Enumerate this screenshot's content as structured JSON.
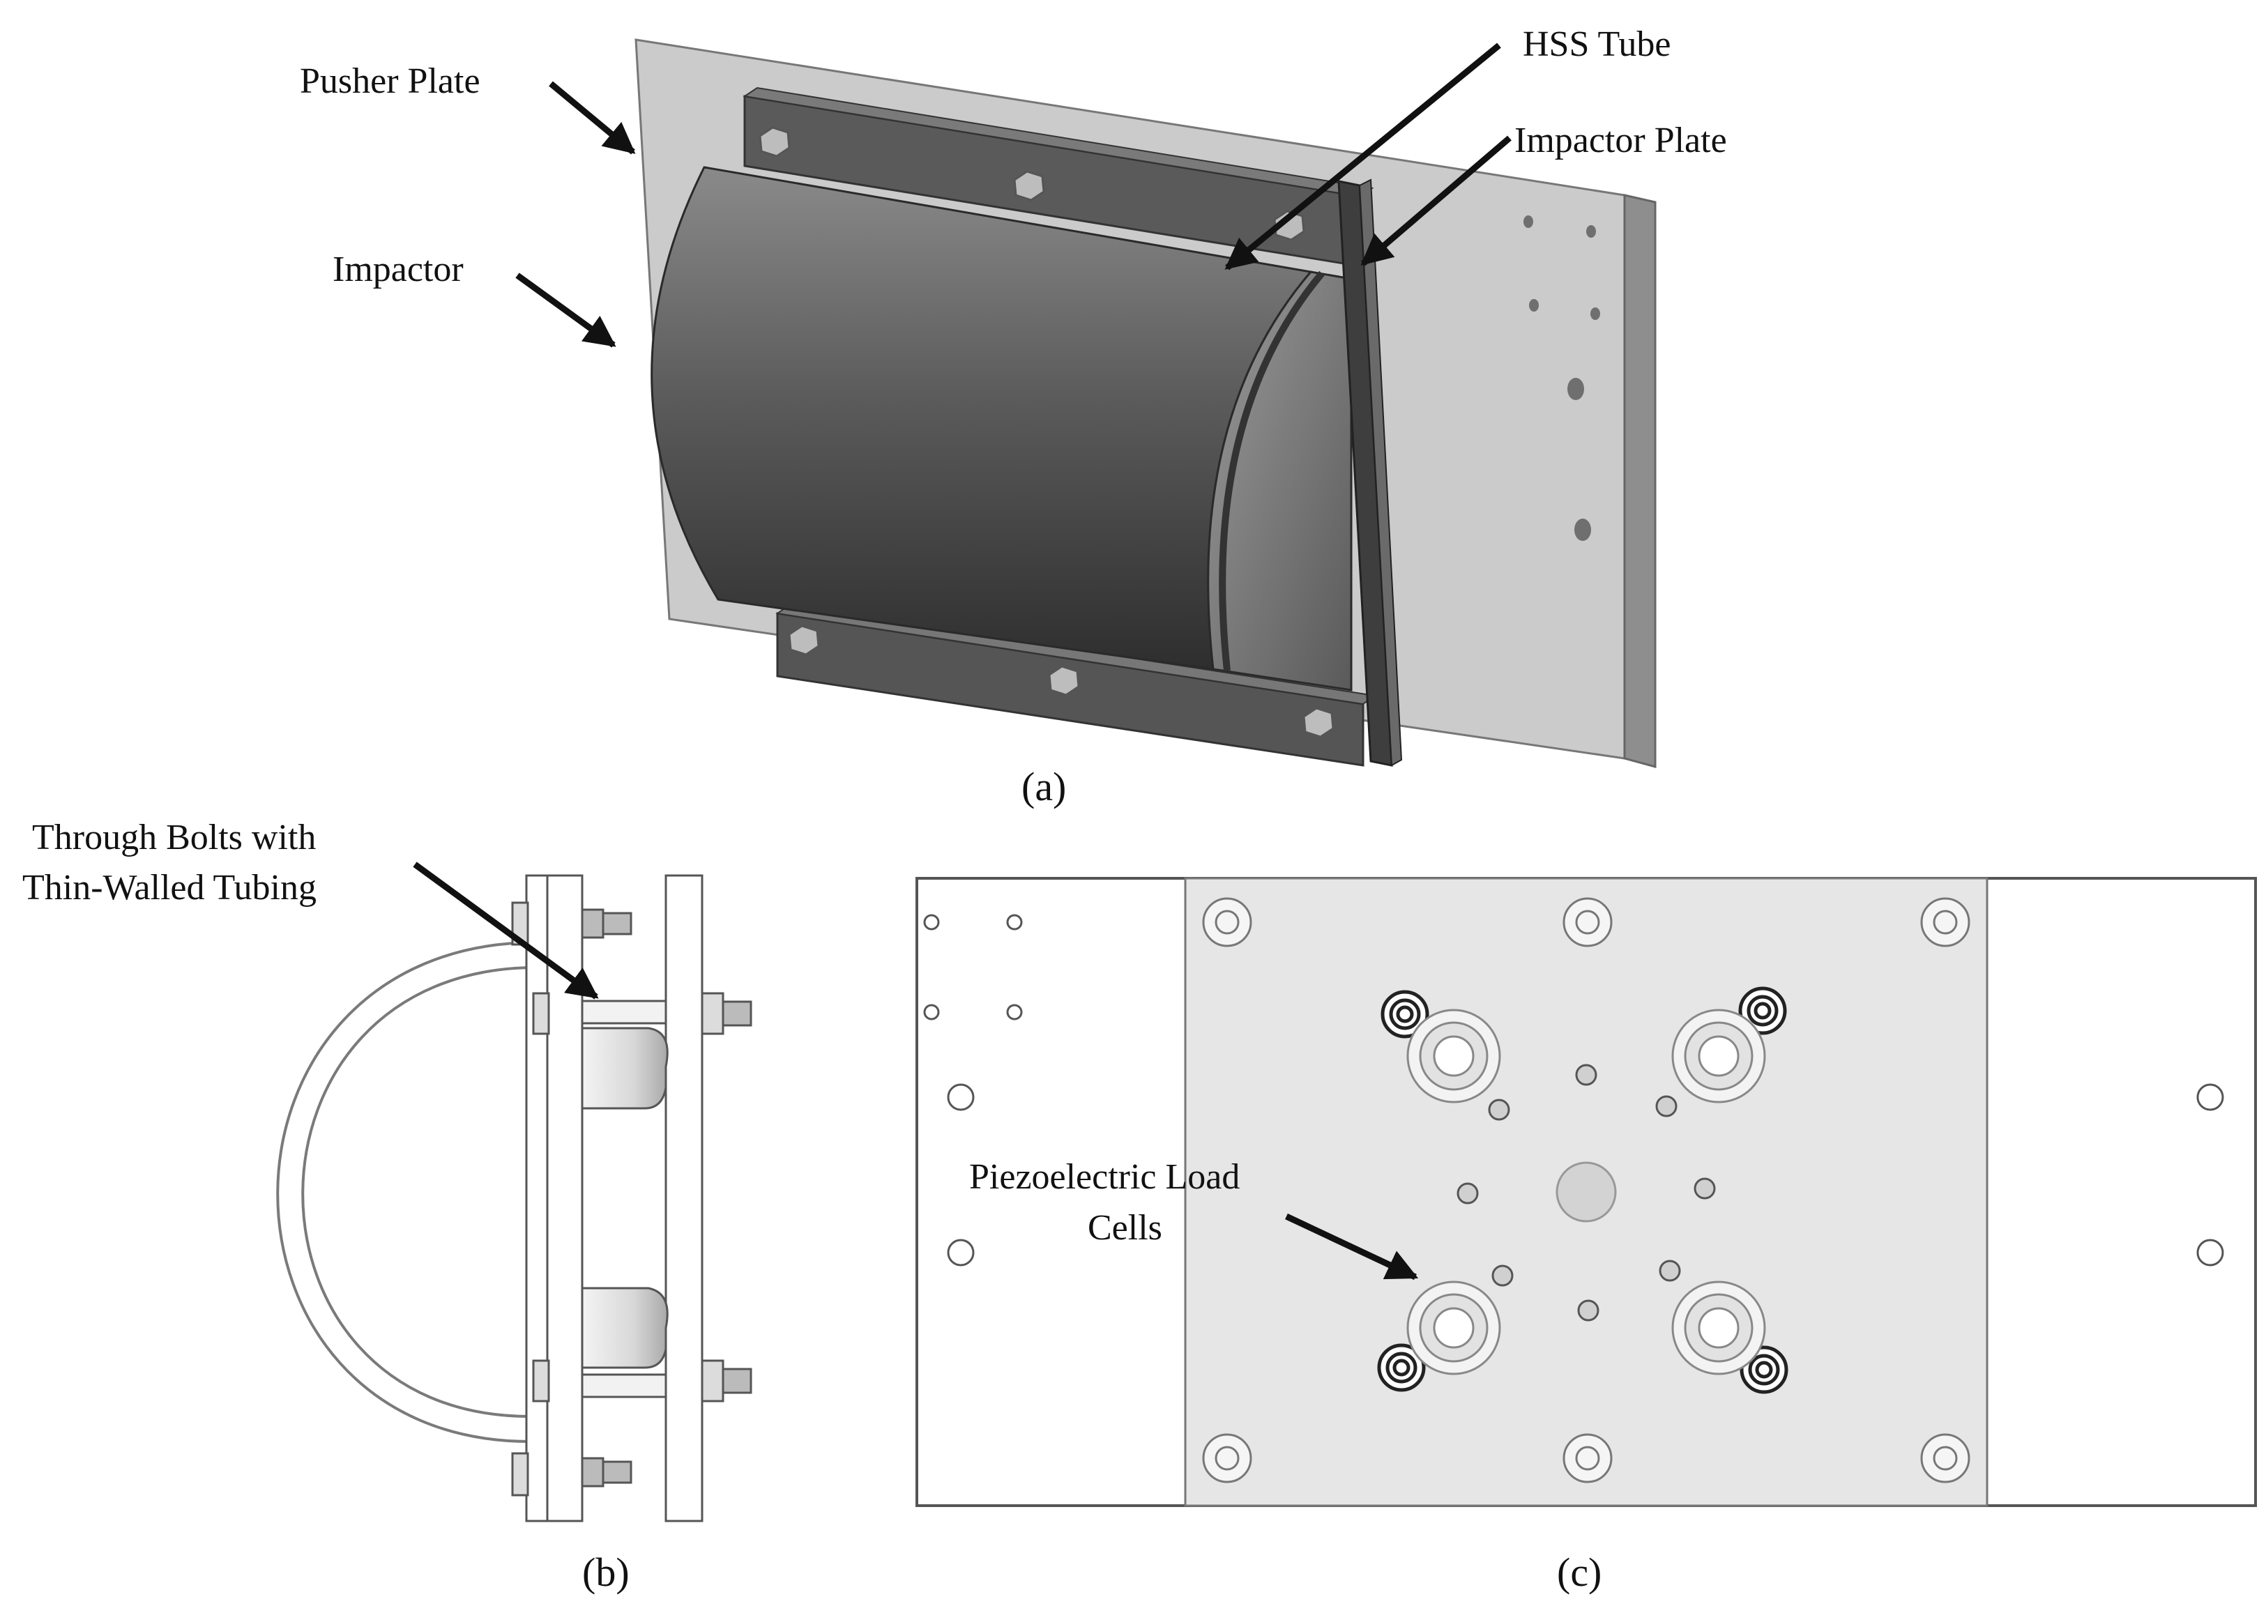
{
  "labels": {
    "pusher_plate": "Pusher Plate",
    "hss_tube": "HSS Tube",
    "impactor_plate": "Impactor Plate",
    "impactor": "Impactor",
    "through_bolts_line1": "Through Bolts with",
    "through_bolts_line2": "Thin-Walled Tubing",
    "load_cells_line1": "Piezoelectric Load",
    "load_cells_line2": "Cells"
  },
  "captions": {
    "a": "(a)",
    "b": "(b)",
    "c": "(c)"
  },
  "colors": {
    "plate_light": "#c8c8c8",
    "impactor_dark": "#555555",
    "frame_dark": "#4a4a4a",
    "load_cell_panel": "#e6e6e6",
    "line": "#222222"
  }
}
